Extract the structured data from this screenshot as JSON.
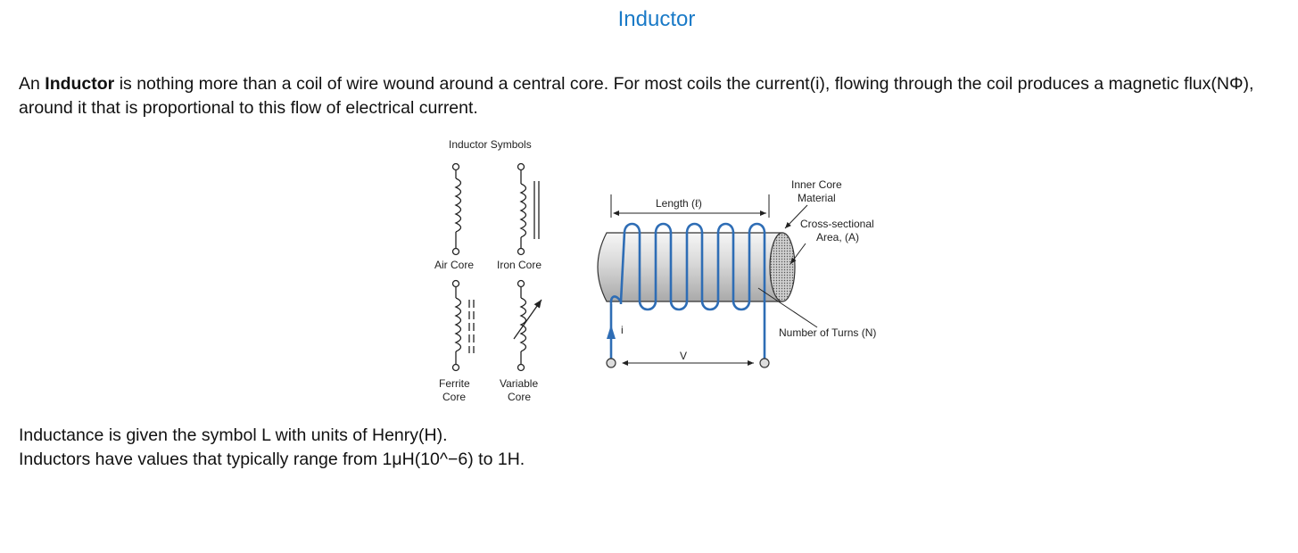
{
  "page": {
    "title": "Inductor"
  },
  "intro": {
    "prefix": "An ",
    "bold": "Inductor",
    "rest": " is nothing more than a coil of wire wound around a central core. For most coils the current(i), flowing through the coil produces a magnetic flux(NΦ), around it that is proportional to this flow of electrical current."
  },
  "figure": {
    "symbols_title": "Inductor Symbols",
    "air_core": "Air Core",
    "iron_core": "Iron Core",
    "ferrite_line1": "Ferrite",
    "ferrite_line2": "Core",
    "variable_line1": "Variable",
    "variable_line2": "Core",
    "length_label": "Length (ℓ)",
    "inner_core_line1": "Inner Core",
    "inner_core_line2": "Material",
    "cross_line1": "Cross-sectional",
    "cross_line2": "Area, (A)",
    "turns_label": "Number of Turns (N)",
    "current_label": "i",
    "voltage_label": "V",
    "wire_color": "#2e6db5",
    "core_dots_color": "#777777"
  },
  "notes": {
    "line1": "Inductance is given the symbol L with units of Henry(H).",
    "line2": "Inductors have values that typically range from 1μH(10^−6) to 1H."
  }
}
